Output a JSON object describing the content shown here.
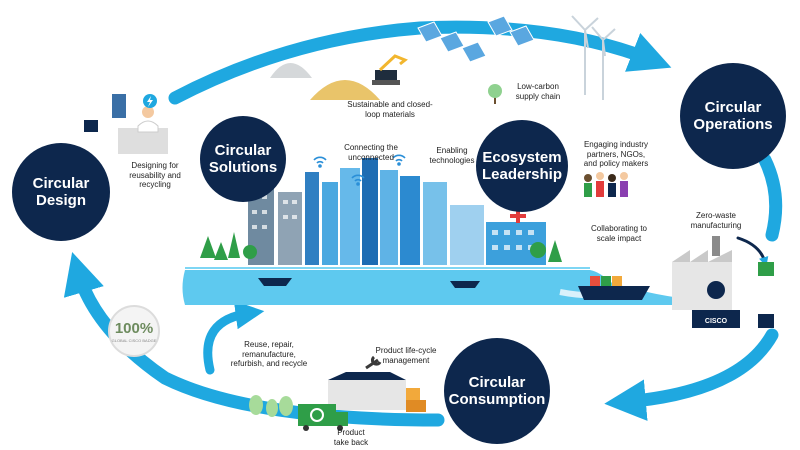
{
  "colors": {
    "arrow": "#1fa8e0",
    "node": "#0d274d",
    "water": "#5ec9ef",
    "building": "#3ca0dc",
    "tree": "#2f9e48"
  },
  "nodes": {
    "circular_design": "Circular\nDesign",
    "circular_solutions": "Circular\nSolutions",
    "ecosystem_leadership": "Ecosystem\nLeadership",
    "circular_operations": "Circular\nOperations",
    "circular_consumption": "Circular\nConsumption"
  },
  "captions": {
    "designing": "Designing for\nreusability and\nrecycling",
    "materials": "Sustainable and closed-\nloop materials",
    "low_carbon": "Low-carbon\nsupply chain",
    "connecting": "Connecting the\nunconnected",
    "enabling": "Enabling\ntechnologies",
    "engaging": "Engaging industry\npartners, NGOs,\nand policy makers",
    "collaborating": "Collaborating to\nscale impact",
    "zero_waste": "Zero-waste\nmanufacturing",
    "lifecycle": "Product life-cycle\nmanagement",
    "reuse": "Reuse, repair,\nremanufacture,\nrefurbish, and recycle",
    "take_back": "Product\ntake back"
  },
  "badge": {
    "percent": "100%",
    "text": "GLOBAL CISCO BADGE"
  },
  "factory_logo": "CISCO",
  "icons": {
    "power": "lightning-icon",
    "recycle": "recycle-icon",
    "wifi": "wifi-icon",
    "wrench": "wrench-icon"
  }
}
